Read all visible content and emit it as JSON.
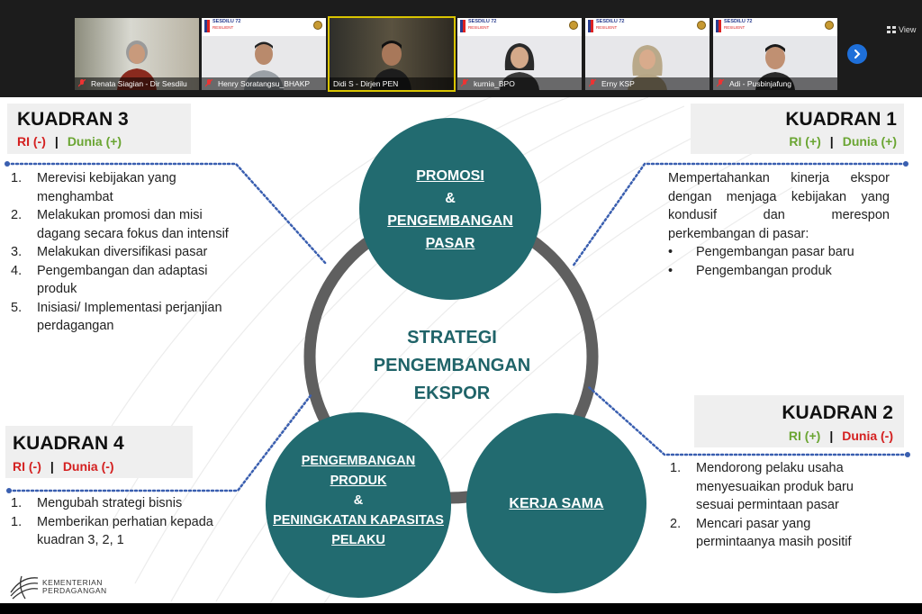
{
  "meeting": {
    "participants": [
      {
        "name": "Renata Siagian - Dir Sesdilu"
      },
      {
        "name": "Henry Soratangsu_BHAKP"
      },
      {
        "name": "Didi S - Dirjen PEN"
      },
      {
        "name": "kurnia_BPO"
      },
      {
        "name": "Erny KSP"
      },
      {
        "name": "Adi - Pusbinjafung"
      }
    ],
    "banner_text": "SESDILU 72",
    "banner_subtext": "RESILIENT",
    "view_label": "View"
  },
  "slide": {
    "center_title": [
      "STRATEGI",
      "PENGEMBANGAN",
      "EKSPOR"
    ],
    "circles": {
      "top": {
        "line1": "PROMOSI",
        "amp": "&",
        "line2": "PENGEMBANGAN",
        "line3": "PASAR"
      },
      "bottom_left": {
        "line1": "PENGEMBANGAN",
        "line2": "PRODUK",
        "amp": "&",
        "line3": "PENINGKATAN KAPASITAS",
        "line4": "PELAKU"
      },
      "bottom_right": {
        "line1": "KERJA SAMA"
      }
    },
    "q3": {
      "title": "KUADRAN 3",
      "ri": "RI (-)",
      "sep": "|",
      "dunia": "Dunia (+)",
      "items": [
        {
          "num": "1.",
          "text": "Merevisi kebijakan yang menghambat"
        },
        {
          "num": "2.",
          "text": "Melakukan promosi dan misi dagang secara fokus dan intensif"
        },
        {
          "num": "3.",
          "text": "Melakukan diversifikasi pasar"
        },
        {
          "num": "4.",
          "text": "Pengembangan dan adaptasi produk"
        },
        {
          "num": "5.",
          "text": "Inisiasi/ Implementasi perjanjian perdagangan"
        }
      ]
    },
    "q1": {
      "title": "KUADRAN 1",
      "ri": "RI (+)",
      "sep": "|",
      "dunia": "Dunia (+)",
      "paragraph": "Mempertahankan kinerja ekspor dengan menjaga kebijakan yang kondusif dan merespon perkembangan di pasar:",
      "bullets": [
        {
          "mark": "•",
          "text": "Pengembangan pasar baru"
        },
        {
          "mark": "•",
          "text": "Pengembangan produk"
        }
      ]
    },
    "q4": {
      "title": "KUADRAN 4",
      "ri": "RI (-)",
      "sep": "|",
      "dunia": "Dunia (-)",
      "items": [
        {
          "num": "1.",
          "text": "Mengubah strategi bisnis"
        },
        {
          "num": "1.",
          "text": "Memberikan perhatian kepada kuadran 3, 2, 1"
        }
      ]
    },
    "q2": {
      "title": "KUADRAN 2",
      "ri": "RI (+)",
      "sep": "|",
      "dunia": "Dunia (-)",
      "items": [
        {
          "num": "1.",
          "text": "Mendorong pelaku usaha menyesuaikan produk baru sesuai permintaan pasar"
        },
        {
          "num": "2.",
          "text": "Mencari pasar yang permintaanya masih positif"
        }
      ]
    },
    "logo": {
      "line1": "KEMENTERIAN",
      "line2": "PERDAGANGAN"
    }
  },
  "colors": {
    "teal": "#226b70",
    "ring": "#5f5f5f",
    "dotted": "#3a5fb0",
    "red": "#d42020",
    "green": "#6aa532",
    "zoom_blue": "#1e6fd9"
  }
}
